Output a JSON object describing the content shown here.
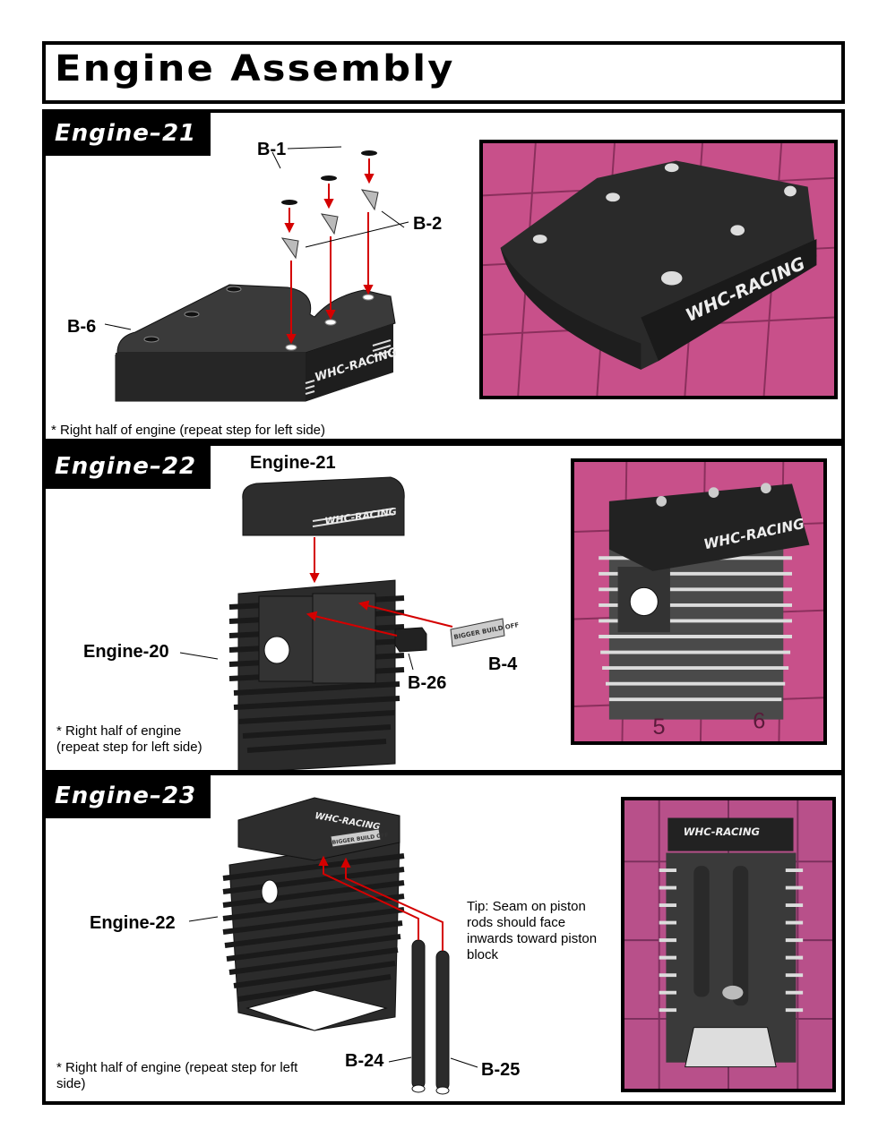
{
  "page_title": "Engine Assembly",
  "steps": {
    "s21": {
      "tag": "Engine–21",
      "labels": {
        "b1": "B-1",
        "b2": "B-2",
        "b6": "B-6"
      },
      "brand": "WHC-RACING",
      "note": "* Right half of engine (repeat step for left side)"
    },
    "s22": {
      "tag": "Engine–22",
      "labels": {
        "engine21": "Engine-21",
        "engine20": "Engine-20",
        "b26": "B-26",
        "b4": "B-4"
      },
      "brand": "WHC-RACING",
      "plate": "BIGGER BUILD OFF",
      "note_line1": "* Right half of engine",
      "note_line2": "(repeat step for left side)",
      "photo_rulers": [
        "5",
        "6"
      ]
    },
    "s23": {
      "tag": "Engine–23",
      "labels": {
        "engine22": "Engine-22",
        "b24": "B-24",
        "b25": "B-25"
      },
      "brand": "WHC-RACING",
      "plate": "BIGGER BUILD OFF",
      "tip_line1": "Tip: Seam on piston",
      "tip_line2": "rods should face",
      "tip_line3": "inwards toward piston",
      "tip_line4": "block",
      "note_line1": "* Right half of engine (repeat step for left",
      "note_line2": "side)"
    }
  },
  "colors": {
    "arrow": "#d40000",
    "part": "#2b2b2b",
    "mat": "#c8508a"
  }
}
